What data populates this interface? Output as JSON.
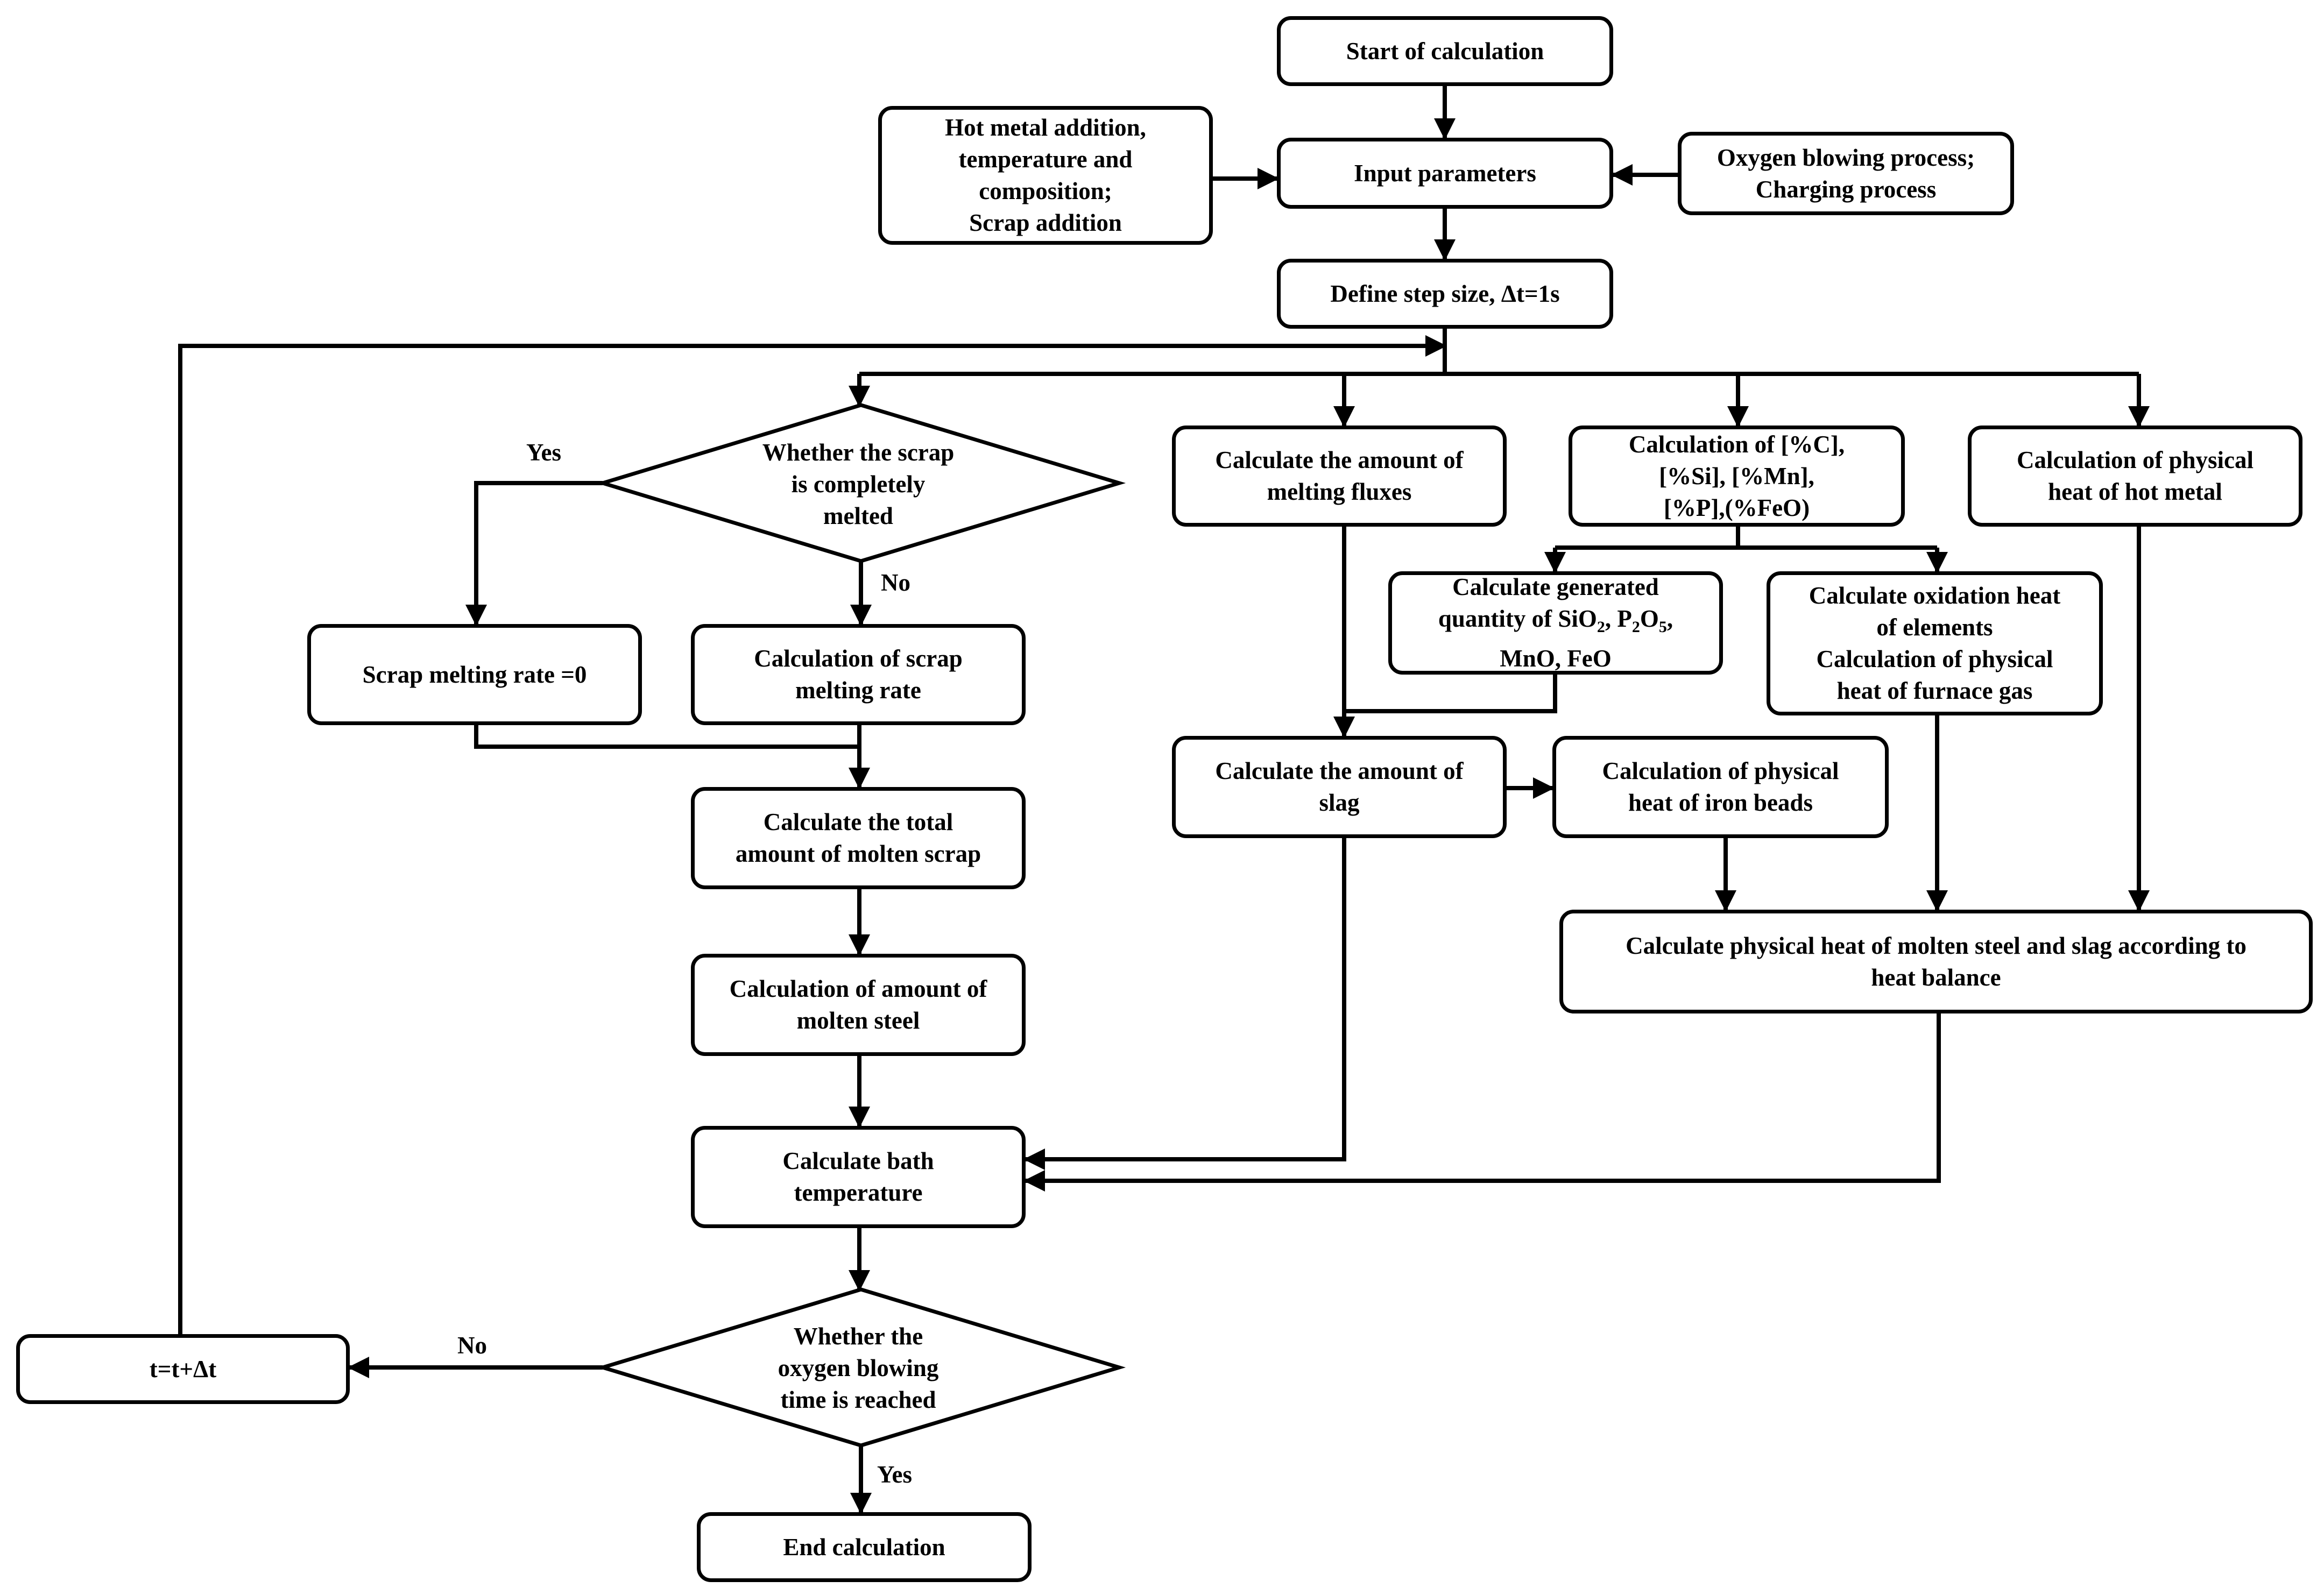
{
  "nodes": {
    "start": "Start of calculation",
    "hot_metal": "Hot metal addition,\ntemperature and\ncomposition;\nScrap addition",
    "input": "Input parameters",
    "oxygen": "Oxygen blowing process;\nCharging process",
    "step": "Define step size, Δt=1s",
    "scrap_melted": "Whether the scrap\nis completely\nmelted",
    "fluxes": "Calculate  the amount of\nmelting fluxes",
    "composition": "Calculation of [%C],\n[%Si], [%Mn],\n[%P],(%FeO)",
    "phys_hot_metal": "Calculation of physical\nheat of  hot metal",
    "scrap_zero": "Scrap melting rate =0",
    "scrap_rate": "Calculation of scrap\nmelting rate",
    "oxidation": "Calculate oxidation heat\nof elements\nCalculation of physical\nheat of furnace gas",
    "slag": "Calculate  the amount of\nslag",
    "iron_beads": "Calculation of physical\nheat of iron beads",
    "molten_scrap": "Calculate the total\namount of molten scrap",
    "heat_balance": "Calculate physical heat of molten steel and slag according to\nheat balance",
    "molten_steel": "Calculation of amount of\nmolten steel",
    "bath_temp": "Calculate bath\ntemperature",
    "time_increment": "t=t+Δt",
    "blowing_time": "Whether the\noxygen blowing\ntime is reached",
    "end": "End calculation"
  },
  "generated_quantity": {
    "line1": "Calculate generated",
    "line2_prefix": "quantity  of SiO",
    "sub_2a": "2",
    "sep1": ", P",
    "sub_2b": "2",
    "o_letter": "O",
    "sub_5": "5",
    "sep2": ",",
    "line3": "MnO, FeO"
  },
  "branch_labels": {
    "scrap_yes": "Yes",
    "scrap_no": "No",
    "time_no": "No",
    "time_yes": "Yes"
  }
}
